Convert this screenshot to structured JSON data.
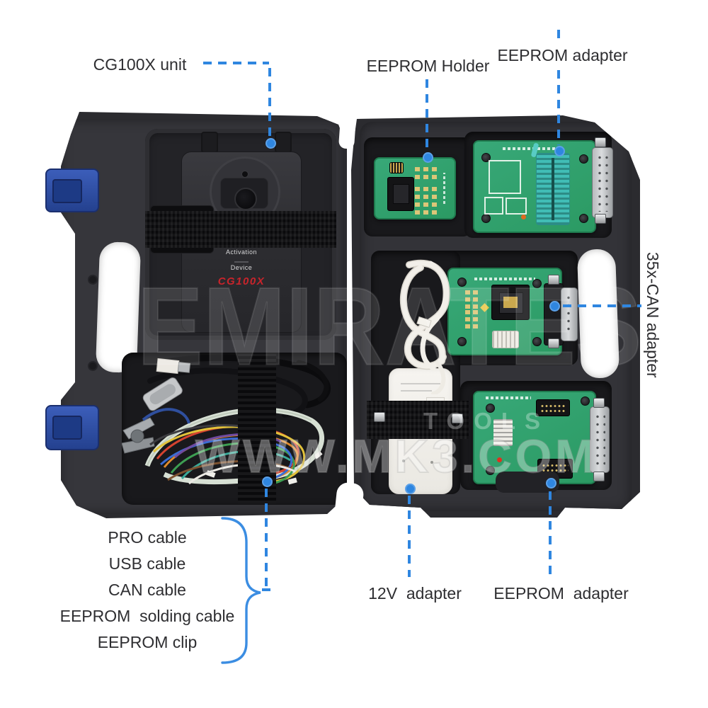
{
  "annotations": {
    "cg100x_unit": "CG100X unit",
    "eeprom_holder": "EEPROM Holder",
    "eeprom_adapter_top": "EEPROM adapter",
    "can_adapter": "35x-CAN adapter",
    "cable_labels": [
      "PRO cable",
      "USB cable",
      "CAN cable",
      "EEPROM  solding cable",
      "EEPROM clip"
    ],
    "adapter_12v": "12V  adapter",
    "eeprom_adapter_bottom": "EEPROM  adapter",
    "callout_color": "#2f86e0",
    "label_text_color": "#2e2e31"
  },
  "device": {
    "label_activation": "Activation",
    "label_device": "Device",
    "brand": "CG100X",
    "brand_color": "#c9242b"
  },
  "watermark": {
    "big": "EMIRATES",
    "mid": "TOOLS",
    "site": "WWW.MK3.COM"
  },
  "kit_colors": {
    "case_shell": "#2b2b2f",
    "case_panel": "#36363b",
    "case_recess": "#19191c",
    "latch_blue": "#2b4ea6",
    "pcb_green": "#34a273",
    "zif_teal": "#41bdb6",
    "adapter_white": "#f2f0ea"
  }
}
